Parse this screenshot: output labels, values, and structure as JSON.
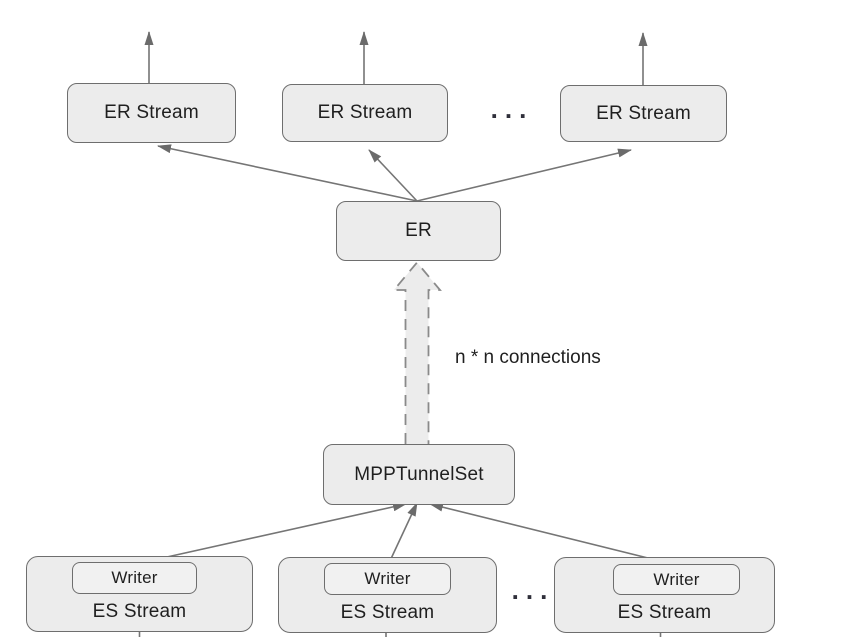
{
  "nodes": {
    "er_stream": "ER Stream",
    "er": "ER",
    "mpp_tunnel_set": "MPPTunnelSet",
    "writer": "Writer",
    "es_stream": "ES Stream"
  },
  "annotations": {
    "connections_label": "n * n connections",
    "ellipsis_top": "...",
    "ellipsis_bottom": "..."
  },
  "icons": {
    "solid_arrows": "up-arrow-icon",
    "dashed_arrow": "dashed-block-up-arrow-icon"
  },
  "colors": {
    "background": "#ffffff",
    "box_fill": "#ececec",
    "writer_fill": "#f1f1f1",
    "box_border": "#6e6e6e",
    "arrow_line": "#757575",
    "arrowhead": "#6b6b6b",
    "dashed_arrow": "#8a8a8a",
    "text": "#1f1f1f"
  }
}
